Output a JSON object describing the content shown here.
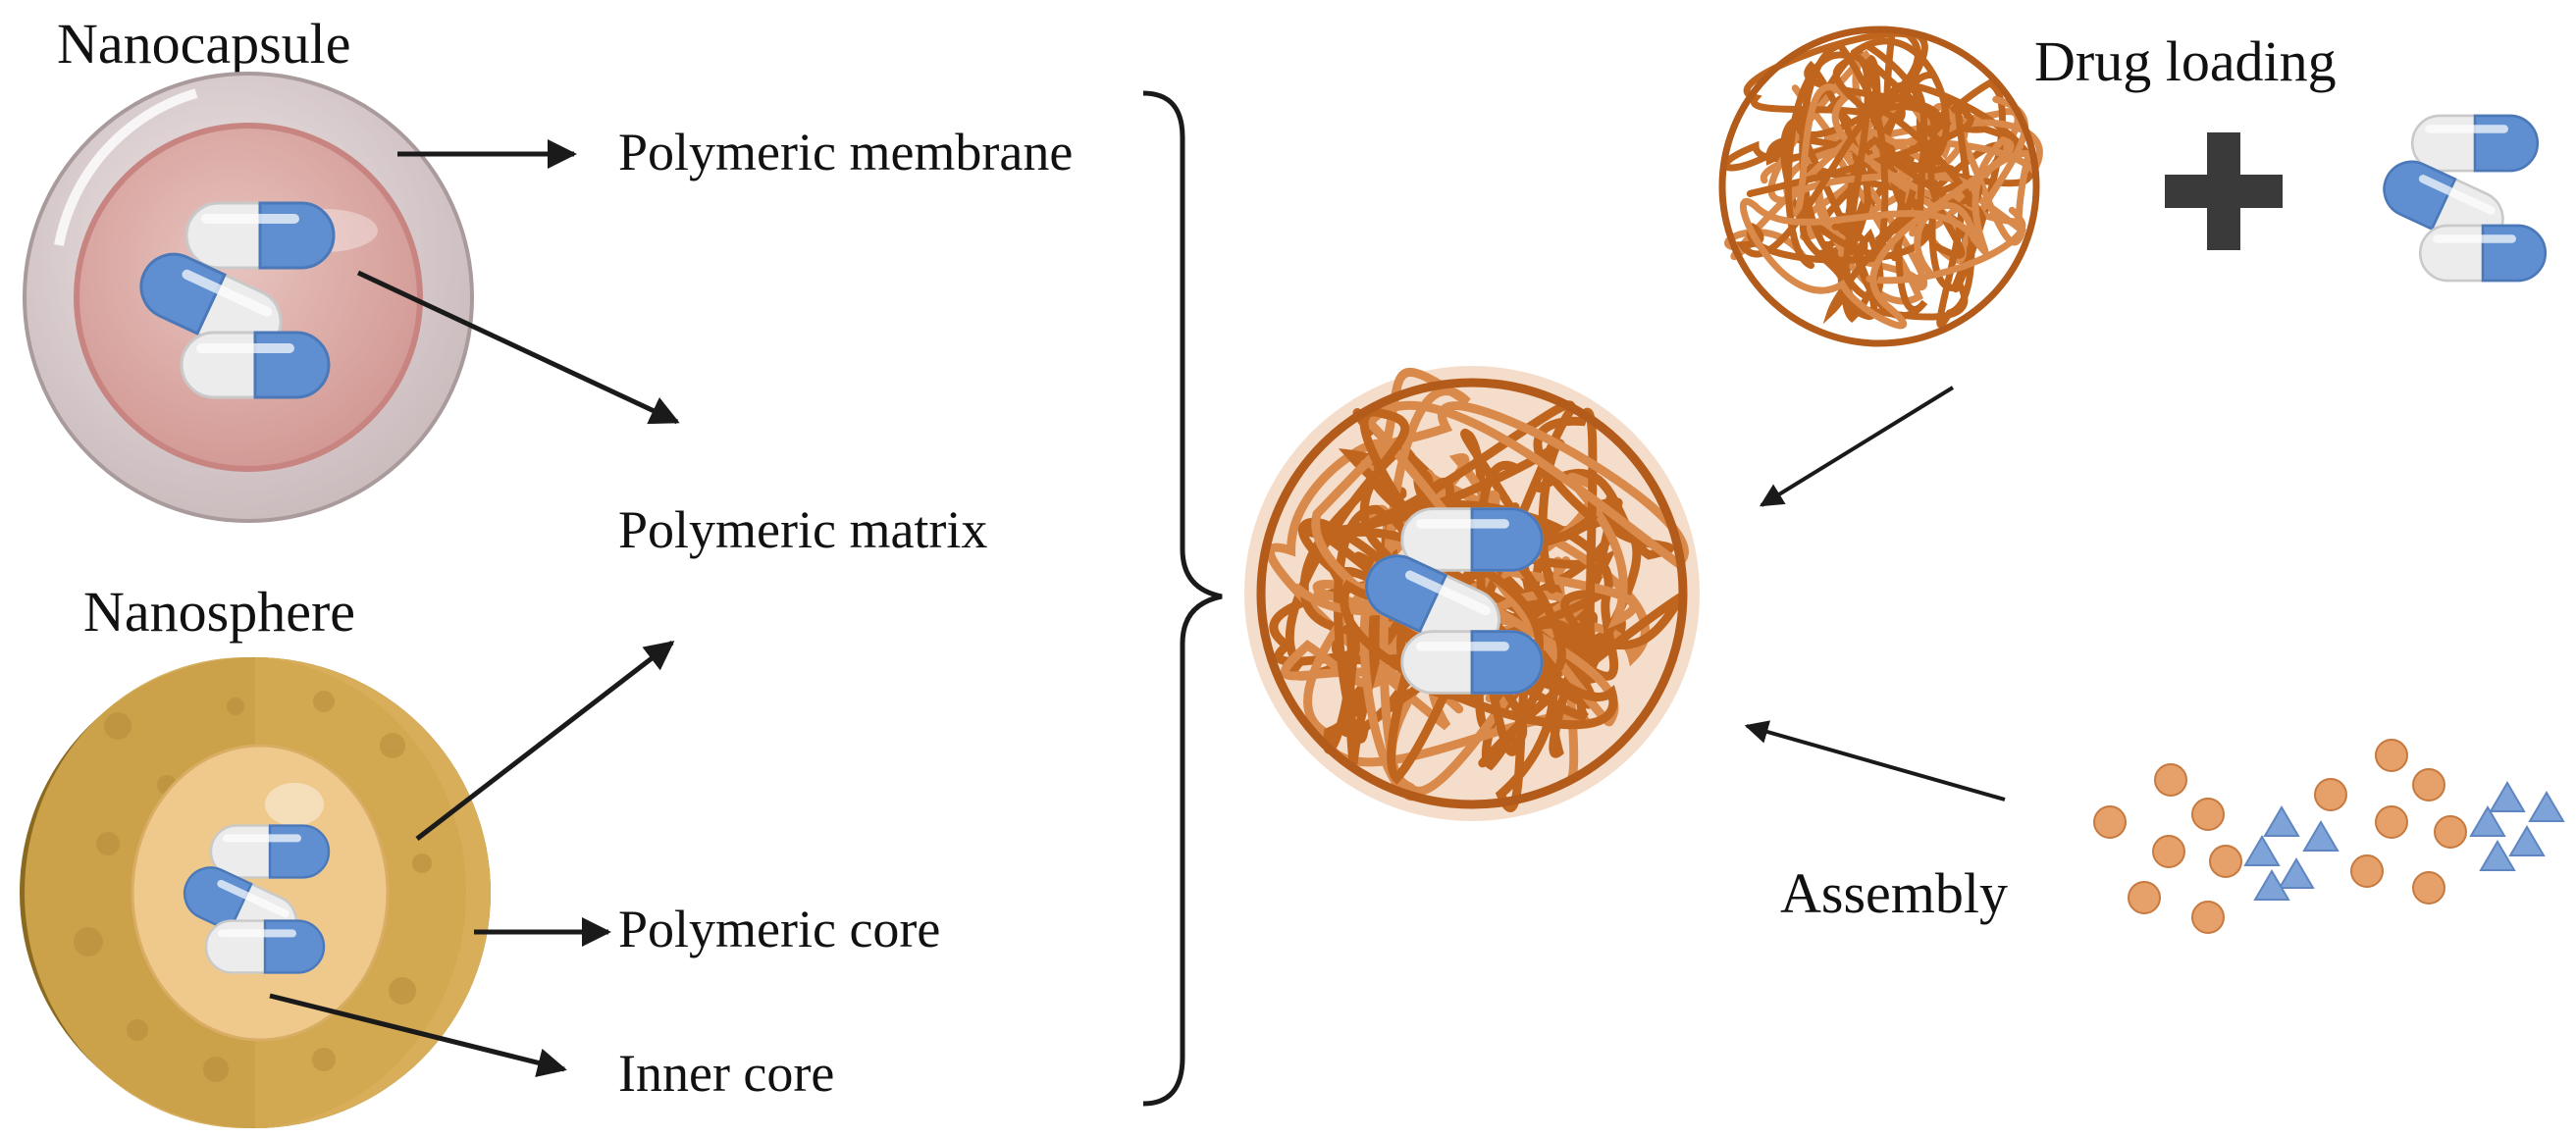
{
  "titles": {
    "nanocapsule": "Nanocapsule",
    "nanosphere": "Nanosphere",
    "drug_loading": "Drug loading",
    "assembly": "Assembly"
  },
  "labels": {
    "polymeric_membrane": "Polymeric membrane",
    "polymeric_matrix": "Polymeric matrix",
    "polymeric_core": "Polymeric core",
    "inner_core": "Inner core"
  },
  "colors": {
    "polymer_orange": "#c0651e",
    "capsule_blue": "#5f8fd0",
    "capsule_white": "#ececec",
    "capsule_shell": "#d6c9cb",
    "capsule_inner": "#d9a5a0",
    "sphere_outer": "#8a6a20",
    "sphere_body": "#d8ae5a",
    "sphere_core": "#efc98c",
    "bead": "#e6a06a",
    "triangle": "#7ea3d8",
    "arrow": "#1a1a1a",
    "plus": "#3a3a3a"
  },
  "icons": {
    "plus": "plus-icon",
    "drug_capsule": "drug-capsule-icon",
    "polymer_coil": "polymer-coil-icon"
  }
}
